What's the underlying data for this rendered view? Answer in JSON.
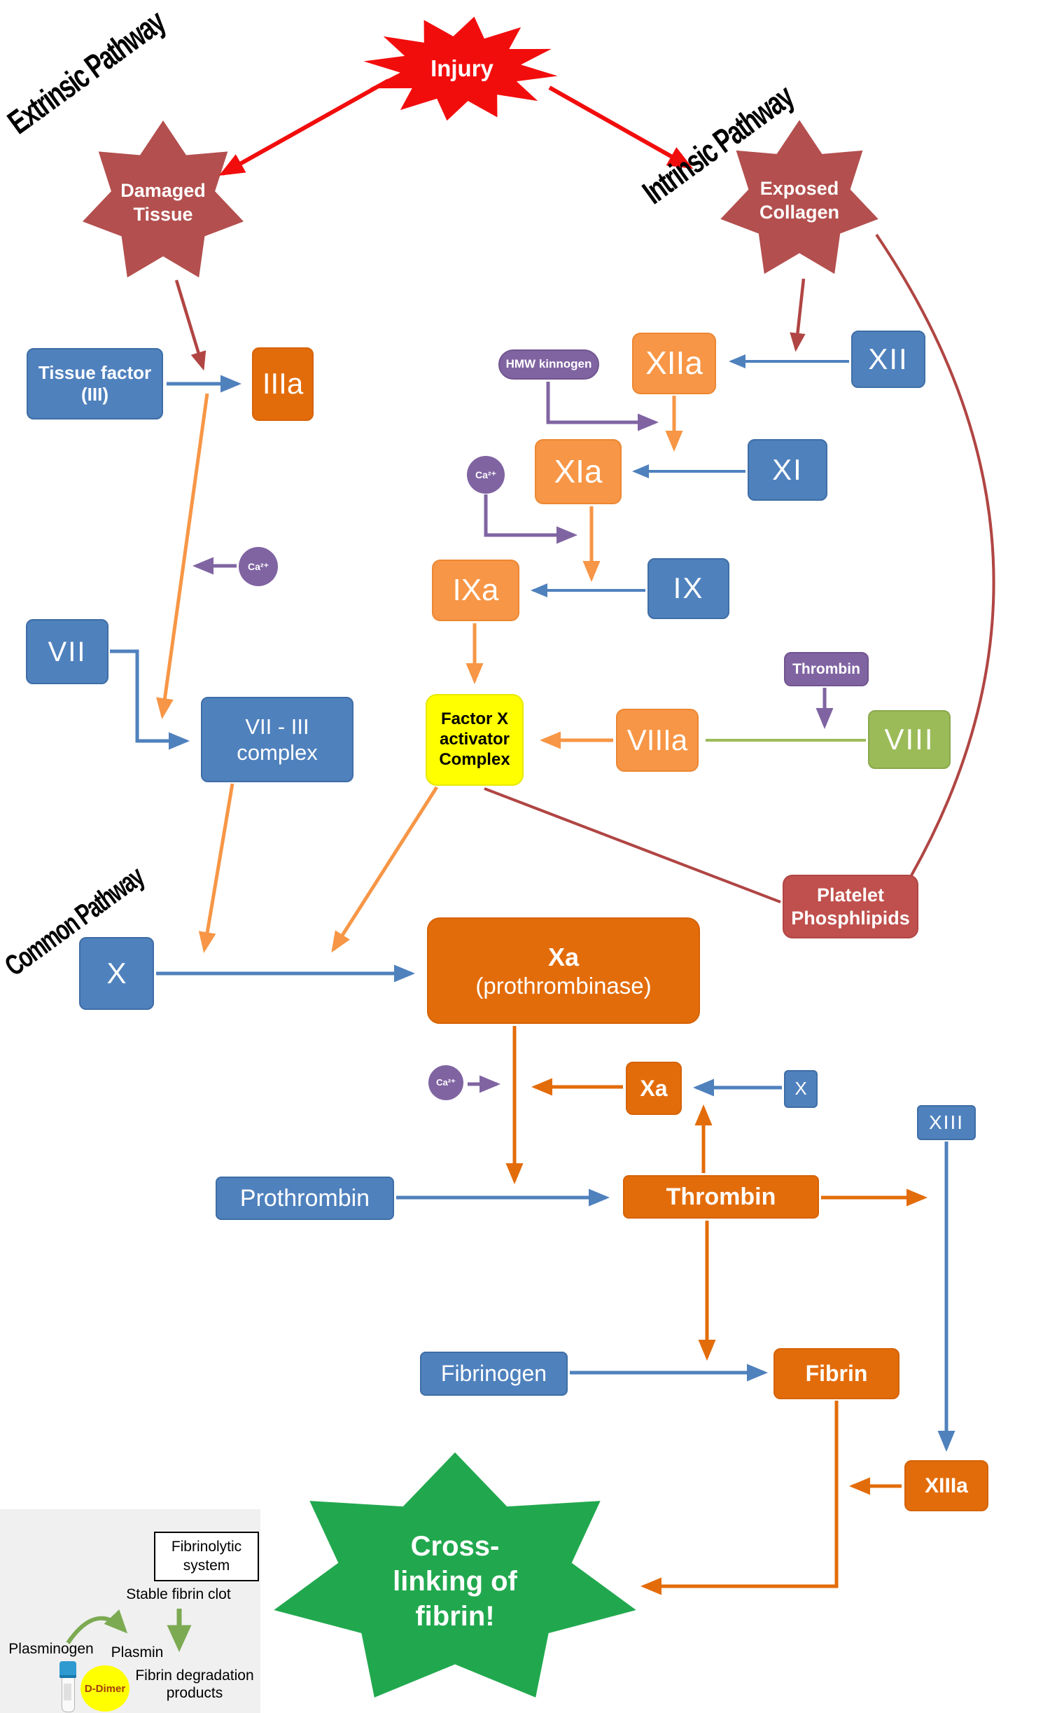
{
  "pathways": {
    "extrinsic": "Extrinsic Pathway",
    "intrinsic": "Intrinsic Pathway",
    "common": "Common Pathway"
  },
  "nodes": {
    "injury": "Injury",
    "damaged_tissue": [
      "Damaged",
      "Tissue"
    ],
    "exposed_collagen": [
      "Exposed",
      "Collagen"
    ],
    "tissue_factor": [
      "Tissue factor",
      "(III)"
    ],
    "factor_iiia": "IIIa",
    "hmw_kinnogen": "HMW kinnogen",
    "factor_xiia": "XIIa",
    "factor_xii": "XII",
    "factor_xia": "XIa",
    "factor_xi": "XI",
    "factor_ixa": "IXa",
    "factor_ix": "IX",
    "calcium": "Ca²⁺",
    "factor_vii": "VII",
    "vii_iii_complex": [
      "VII - III",
      "complex"
    ],
    "thrombin_small": "Thrombin",
    "factor_x_activator": [
      "Factor X",
      "activator",
      "Complex"
    ],
    "factor_viiia": "VIIIa",
    "factor_viii": "VIII",
    "platelet_phospholipids": [
      "Platelet",
      "Phosphlipids"
    ],
    "factor_x": "X",
    "xa_prothrombinase": [
      "Xa",
      "(prothrombinase)"
    ],
    "factor_xa_small": "Xa",
    "factor_x_small": "X",
    "prothrombin": "Prothrombin",
    "thrombin": "Thrombin",
    "factor_xiii": "XIII",
    "fibrinogen": "Fibrinogen",
    "fibrin": "Fibrin",
    "factor_xiiia": "XIIIa",
    "cross_linking": [
      "Cross-",
      "linking of",
      "fibrin!"
    ]
  },
  "fibrinolytic_panel": {
    "title": [
      "Fibrinolytic",
      "system"
    ],
    "stable_clot": "Stable fibrin clot",
    "plasminogen": "Plasminogen",
    "plasmin": "Plasmin",
    "d_dimer": "D-Dimer",
    "degradation": [
      "Fibrin degradation",
      "products"
    ]
  },
  "colors": {
    "box_blue": "#4f81bd",
    "box_orange": "#f79646",
    "box_dark_orange": "#e36c0a",
    "box_purple": "#8064a2",
    "box_green": "#9bbb59",
    "box_yellow": "#ffff00",
    "star_red": "#b34f4e",
    "platelet_red": "#c0504d",
    "injury_red": "#f20d0d",
    "dark_red_line": "#b04543",
    "star_green": "#21a84e",
    "fibrinolysis_green": "#7caa53"
  }
}
